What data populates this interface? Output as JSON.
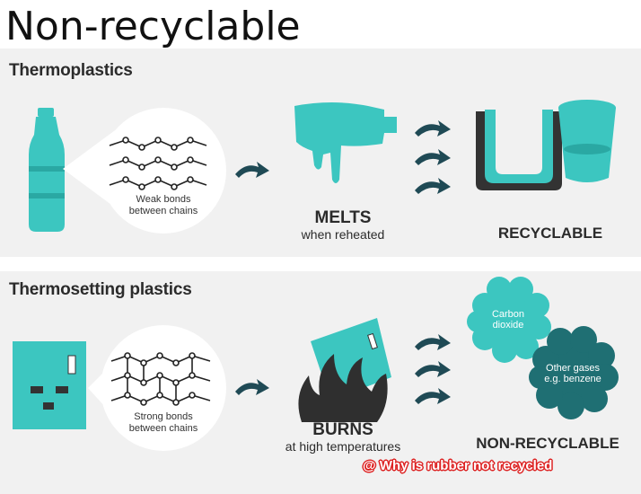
{
  "title": "Non-recyclable",
  "colors": {
    "accent": "#3cc6c0",
    "dark": "#2b2b2b",
    "panel": "#f1f1f1",
    "cloud_dark": "#1f6f73"
  },
  "sections": [
    {
      "heading": "Thermoplastics",
      "bond_label": "Weak bonds\nbetween chains",
      "result_title": "MELTS",
      "result_subtitle": "when reheated",
      "outcome": "RECYCLABLE"
    },
    {
      "heading": "Thermosetting plastics",
      "bond_label": "Strong bonds\nbetween chains",
      "result_title": "BURNS",
      "result_subtitle": "at high temperatures",
      "outcome": "NON-RECYCLABLE",
      "clouds": [
        "Carbon\ndioxide",
        "Other gases\ne.g. benzene"
      ]
    }
  ],
  "watermark": "@ Why is rubber not recycled"
}
